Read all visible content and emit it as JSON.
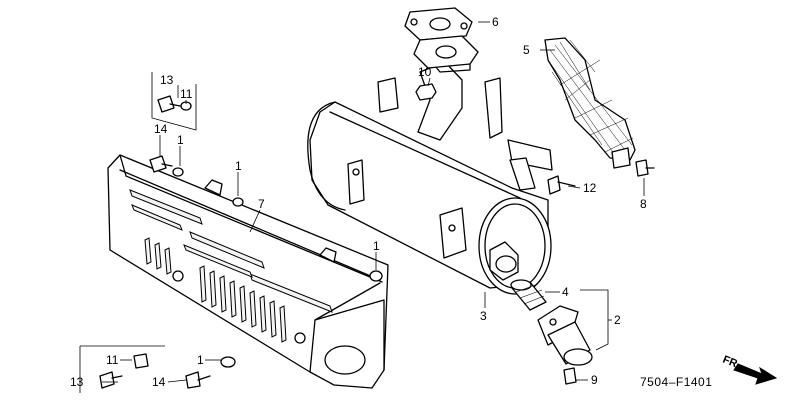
{
  "diagram": {
    "figure_code": "7504–F1401",
    "direction_label": "FR.",
    "callouts": [
      {
        "id": "c13a",
        "text": "13"
      },
      {
        "id": "c11a",
        "text": "11"
      },
      {
        "id": "c14a",
        "text": "14"
      },
      {
        "id": "c1a",
        "text": "1"
      },
      {
        "id": "c1b",
        "text": "1"
      },
      {
        "id": "c7",
        "text": "7"
      },
      {
        "id": "c1c",
        "text": "1"
      },
      {
        "id": "c10",
        "text": "10"
      },
      {
        "id": "c6",
        "text": "6"
      },
      {
        "id": "c5",
        "text": "5"
      },
      {
        "id": "c12",
        "text": "12"
      },
      {
        "id": "c8",
        "text": "8"
      },
      {
        "id": "c3",
        "text": "3"
      },
      {
        "id": "c4",
        "text": "4"
      },
      {
        "id": "c2",
        "text": "2"
      },
      {
        "id": "c9",
        "text": "9"
      },
      {
        "id": "c11b",
        "text": "11"
      },
      {
        "id": "c1d",
        "text": "1"
      },
      {
        "id": "c13b",
        "text": "13"
      },
      {
        "id": "c14b",
        "text": "14"
      }
    ]
  }
}
